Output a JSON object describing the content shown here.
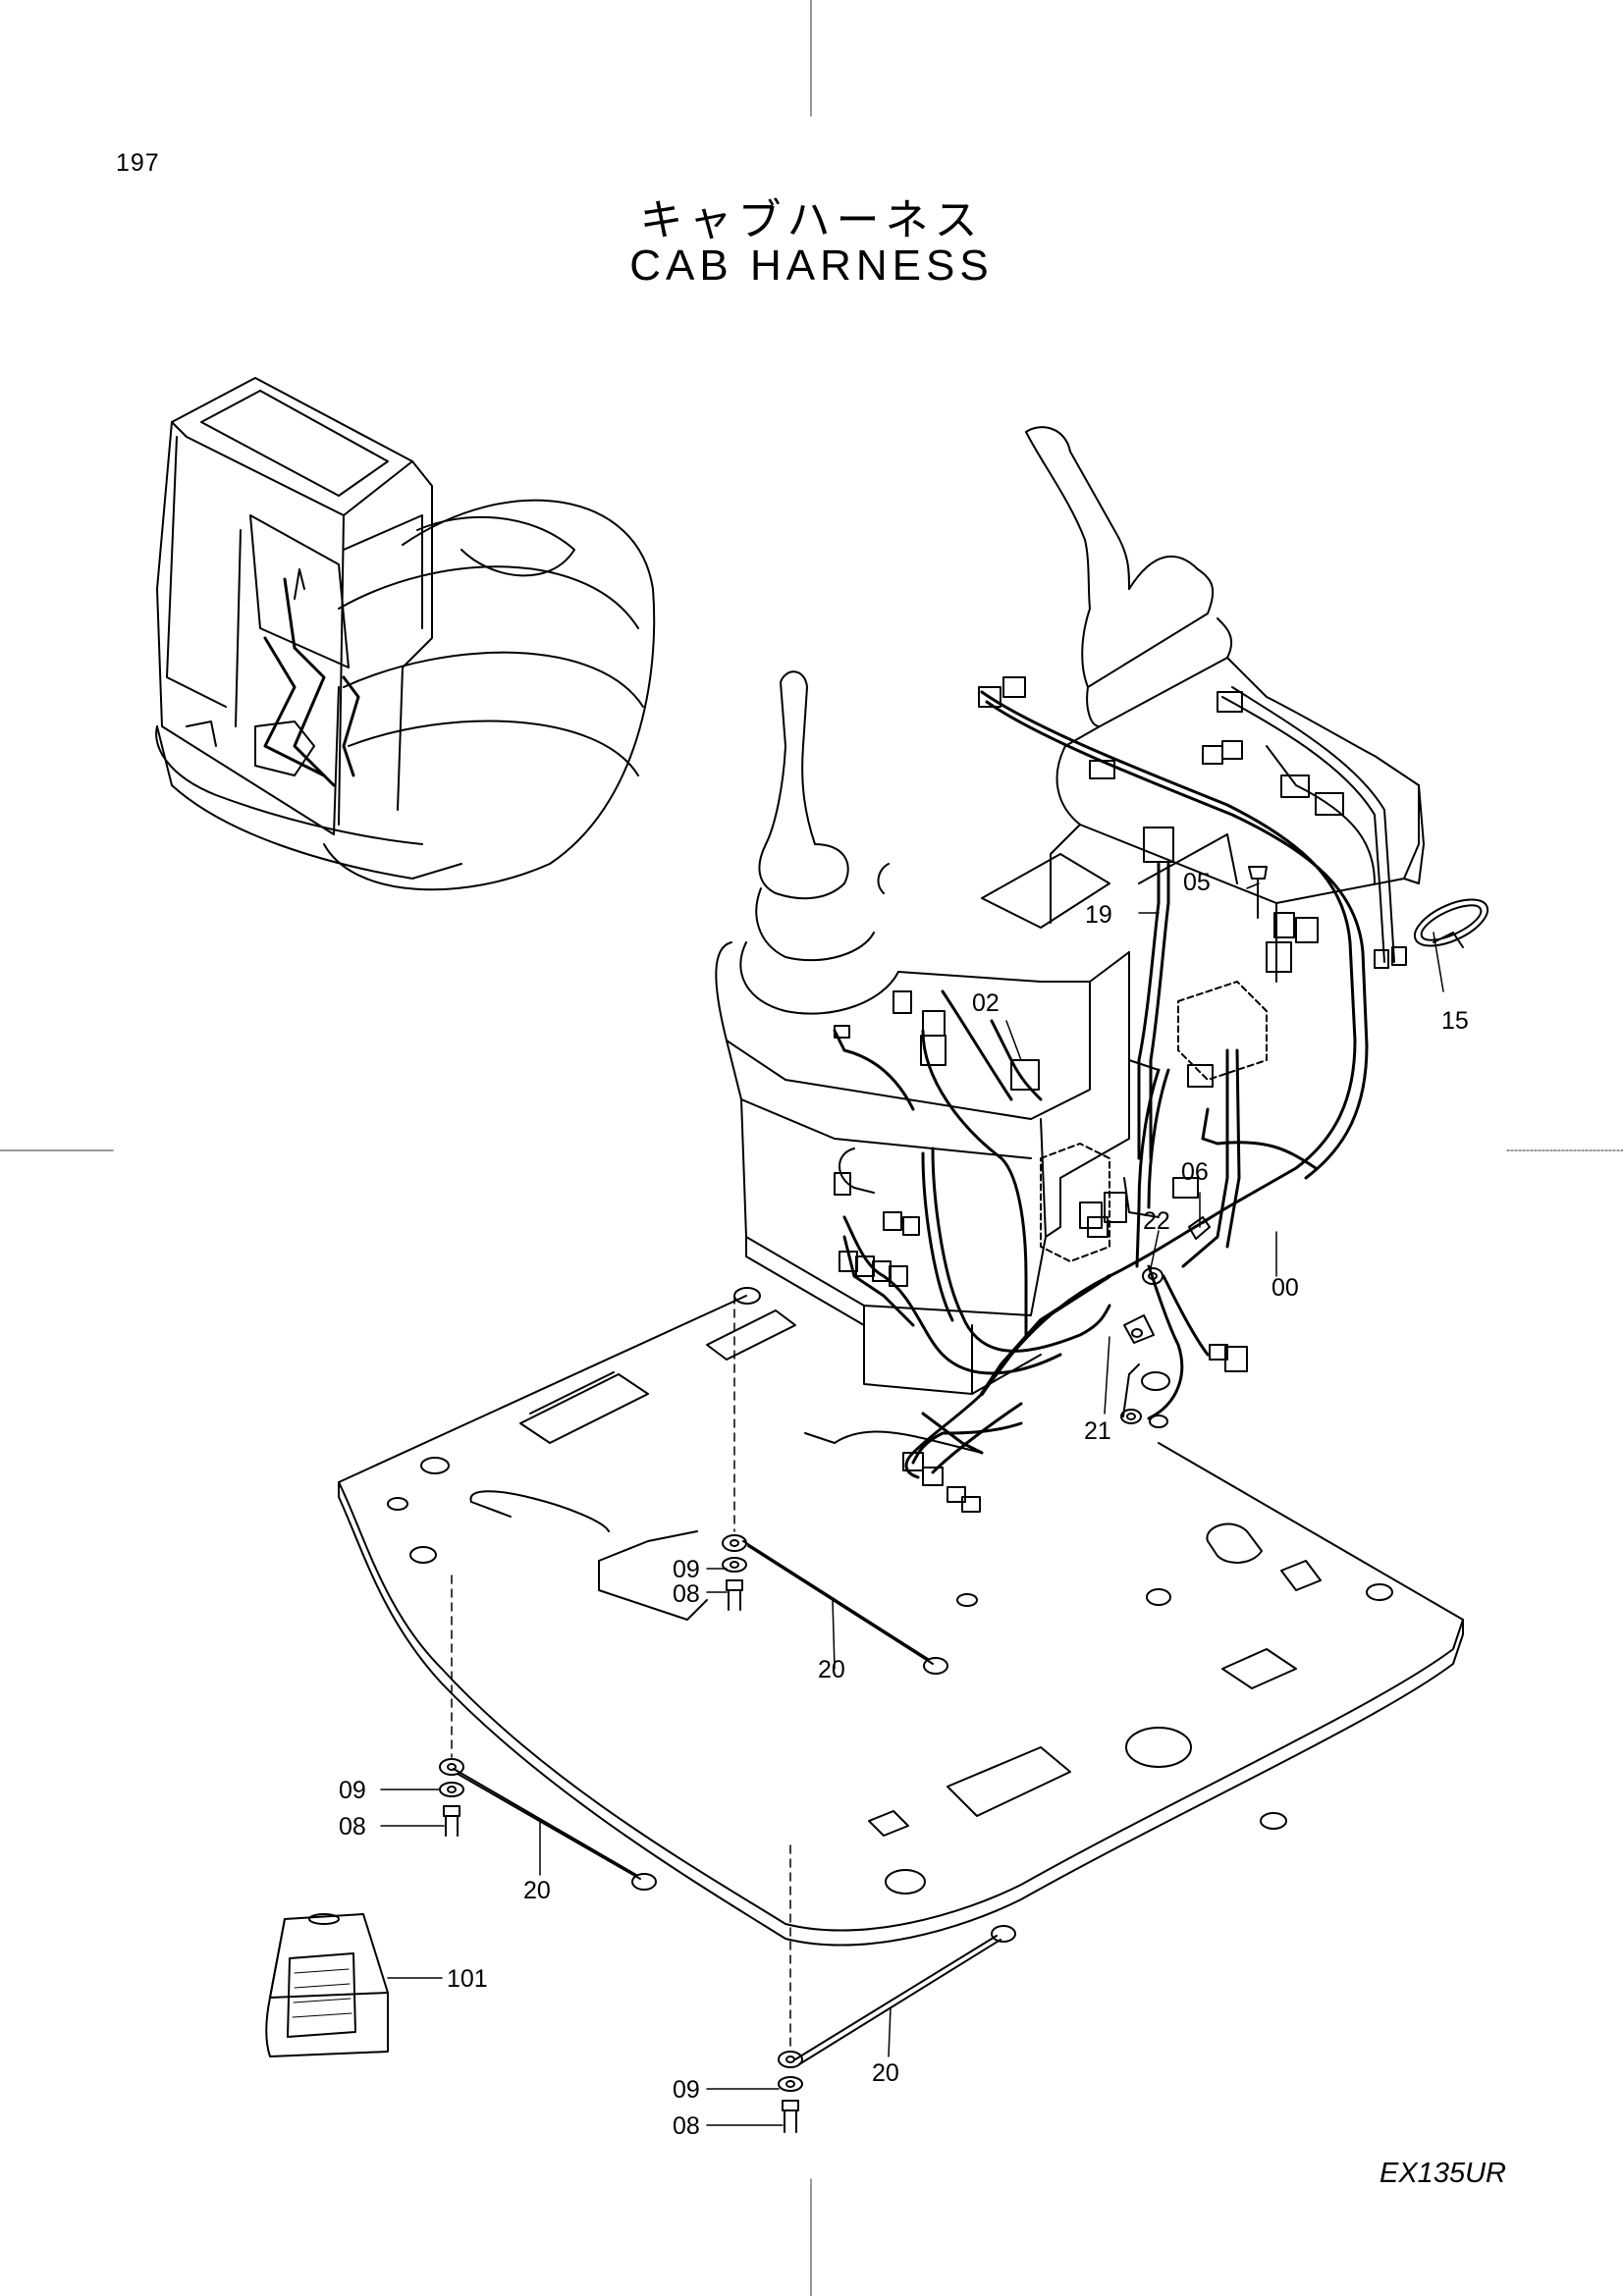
{
  "page_number": "197",
  "title_jp": "キャブハーネス",
  "title_en": "CAB  HARNESS",
  "model": "EX135UR",
  "parts": [
    {
      "id": "p02",
      "label": "02"
    },
    {
      "id": "p19",
      "label": "19"
    },
    {
      "id": "p05",
      "label": "05"
    },
    {
      "id": "p15",
      "label": "15"
    },
    {
      "id": "p06",
      "label": "06"
    },
    {
      "id": "p22",
      "label": "22"
    },
    {
      "id": "p00",
      "label": "00"
    },
    {
      "id": "p21",
      "label": "21"
    },
    {
      "id": "p09a",
      "label": "09"
    },
    {
      "id": "p08a",
      "label": "08"
    },
    {
      "id": "p20a",
      "label": "20"
    },
    {
      "id": "p09b",
      "label": "09"
    },
    {
      "id": "p08b",
      "label": "08"
    },
    {
      "id": "p20b",
      "label": "20"
    },
    {
      "id": "p101",
      "label": "101"
    },
    {
      "id": "p20c",
      "label": "20"
    },
    {
      "id": "p09c",
      "label": "09"
    },
    {
      "id": "p08c",
      "label": "08"
    }
  ]
}
